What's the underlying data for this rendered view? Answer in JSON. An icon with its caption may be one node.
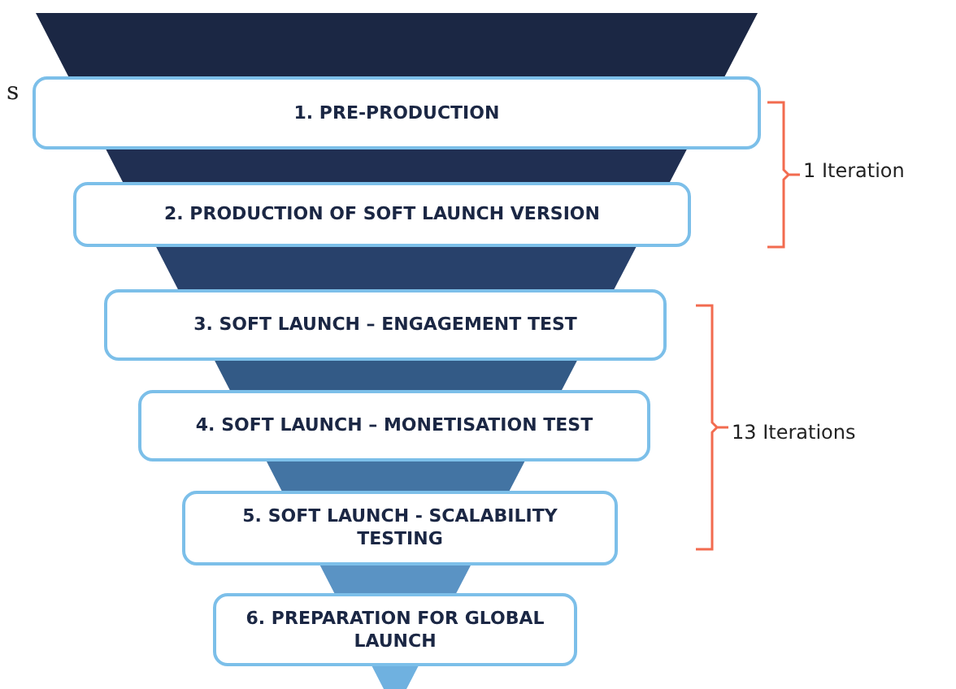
{
  "diagram": {
    "nodes": [
      {
        "text": [
          "1. PRE-PRODUCTION"
        ]
      },
      {
        "text": [
          "2. PRODUCTION OF SOFT LAUNCH VERSION"
        ]
      },
      {
        "text": [
          "3. SOFT LAUNCH – ENGAGEMENT TEST"
        ]
      },
      {
        "text": [
          "4. SOFT LAUNCH – MONETISATION TEST"
        ]
      },
      {
        "text": [
          "5. SOFT LAUNCH - SCALABILITY TESTING"
        ]
      },
      {
        "text": [
          "6. PREPARATION FOR GLOBAL LAUNCH"
        ]
      }
    ],
    "edges": [],
    "labels": [
      "s",
      "1 Iteration",
      "13 Iterations"
    ]
  }
}
